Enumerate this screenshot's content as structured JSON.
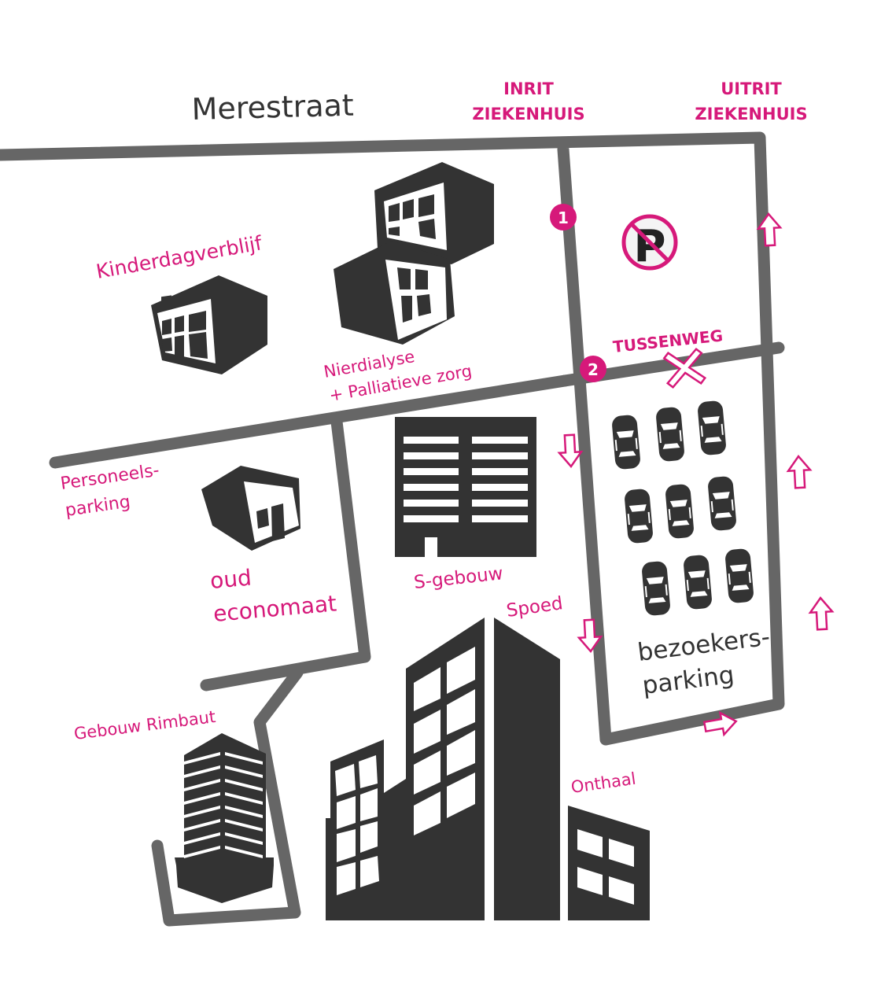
{
  "map": {
    "street_name": "Merestraat",
    "entrance": {
      "line1": "INRIT",
      "line2": "ZIEKENHUIS"
    },
    "exit": {
      "line1": "UITRIT",
      "line2": "ZIEKENHUIS"
    },
    "connector_road": "TUSSENWEG",
    "markers": [
      {
        "number": "1"
      },
      {
        "number": "2"
      }
    ],
    "buildings": {
      "kinderdagverblijf": "Kinderdagverblijf",
      "nierdialyse_line1": "Nierdialyse",
      "nierdialyse_line2": "+ Palliatieve zorg",
      "personeelsparking_line1": "Personeels-",
      "personeelsparking_line2": "parking",
      "oud_economaat_line1": "oud",
      "oud_economaat_line2": "economaat",
      "s_gebouw": "S-gebouw",
      "spoed": "Spoed",
      "gebouw_rimbaut": "Gebouw Rimbaut",
      "onthaal": "Onthaal"
    },
    "visitor_parking": {
      "line1": "bezoekers-",
      "line2": "parking"
    },
    "icons": {
      "no_parking": "no-parking-icon",
      "blocked": "x-blocked-icon",
      "direction_arrows": "arrow-icon",
      "car": "car-icon",
      "building": "building-icon"
    },
    "colors": {
      "accent": "#d6197a",
      "road": "#666666",
      "building": "#333333",
      "background": "#ffffff"
    }
  }
}
